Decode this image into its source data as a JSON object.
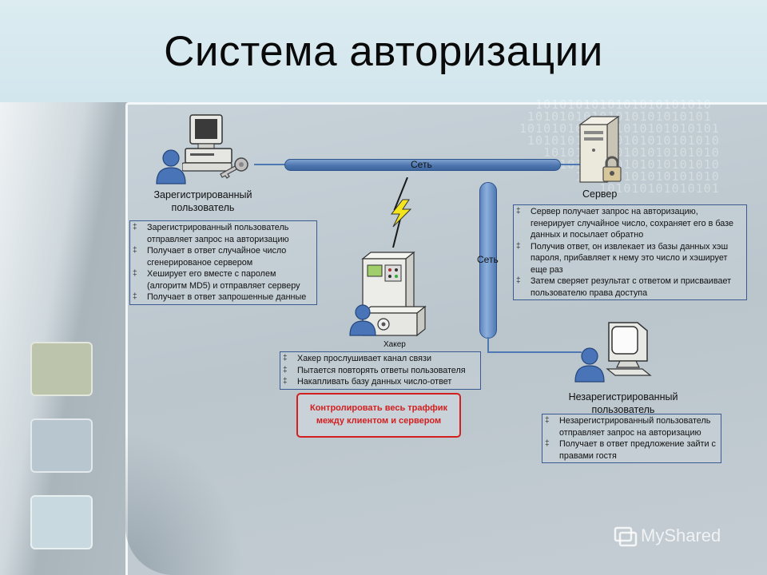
{
  "title": "Система авторизации",
  "network": {
    "label_top": "Сеть",
    "label_center": "Сеть"
  },
  "nodes": {
    "registered_user": {
      "label": "Зарегистрированный пользователь",
      "steps": [
        "Зарегистрированный пользователь отправляет запрос на авторизацию",
        "Получает в ответ случайное число сгенерированое сервером",
        "Хеширует его вместе с паролем (алгоритм MD5) и отправляет серверу",
        "Получает в ответ запрошенные данные"
      ]
    },
    "server": {
      "label": "Сервер",
      "steps": [
        "Сервер получает запрос на авторизацию, генерирует случайное число, сохраняет его в базе данных и посылает обратно",
        "Получив ответ, он извлекает из базы данных хэш пароля, прибавляет к нему это число и хэширует еще раз",
        "Затем сверяет результат с ответом и присваивает пользователю права доступа"
      ]
    },
    "hacker": {
      "label": "Хакер",
      "steps": [
        "Хакер прослушивает канал связи",
        "Пытается повторять ответы пользователя",
        "Накапливать базу данных число-ответ"
      ]
    },
    "unregistered_user": {
      "label": "Незарегистрированный пользователь",
      "steps": [
        "Незарегистрированный пользователь отправляет запрос на авторизацию",
        "Получает в ответ предложение зайти с правами гостя"
      ]
    }
  },
  "warning": "Контролировать весь траффик между клиентом и сервером",
  "watermark": "MyShared",
  "colors": {
    "bus": "#4e77b0",
    "warning": "#d21f1f",
    "header_bg": "#d6e9ef"
  },
  "icons": [
    "user-icon",
    "computer-icon",
    "key-icon",
    "server-icon",
    "lock-icon",
    "lightning-icon",
    "device-icon",
    "monitor-icon"
  ]
}
